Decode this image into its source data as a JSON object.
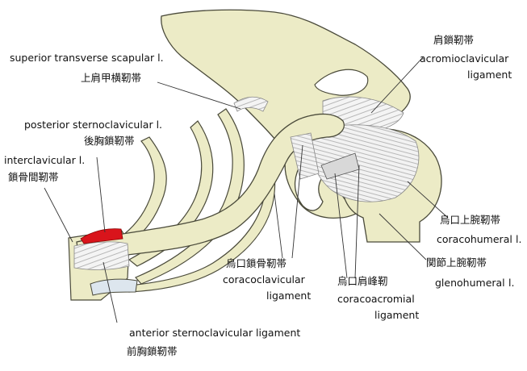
{
  "labels": {
    "superior_transverse_scapular": {
      "en": "superior transverse scapular l.",
      "ja": "上肩甲横靭帯"
    },
    "posterior_sternoclavicular": {
      "en": "posterior sternoclavicular l.",
      "ja": "後胸鎖靭帯"
    },
    "interclavicular": {
      "en": "interclavicular l.",
      "ja": "鎖骨間靭帯"
    },
    "acromioclavicular": {
      "ja": "肩鎖靭帯",
      "en1": "acromioclavicular",
      "en2": "ligament"
    },
    "coracohumeral": {
      "ja": "烏口上腕靭帯",
      "en": "coracohumeral",
      "en_suffix": "l."
    },
    "glenohumeral": {
      "ja": "関節上腕靭帯",
      "en": "glenohumeral",
      "en_suffix": "l."
    },
    "coracoclavicular": {
      "ja": "烏口鎖骨靭帯",
      "en1": "coracoclavicular",
      "en2": "ligament"
    },
    "coracoacromial": {
      "ja": "烏口肩峰靭",
      "en1": "coracoacromial",
      "en2": "ligament"
    },
    "anterior_sternoclavicular": {
      "en": "anterior sternoclavicular ligament",
      "ja": "前胸鎖靭帯"
    }
  },
  "colors": {
    "bone": "#ecebc6",
    "bone_outline": "#4a4a3a",
    "ligament": "#f4f4f4",
    "ligament_fiber": "#9a9a9a",
    "highlight": "#d9141b",
    "cartilage": "#dde6ee",
    "leader": "#333333"
  }
}
